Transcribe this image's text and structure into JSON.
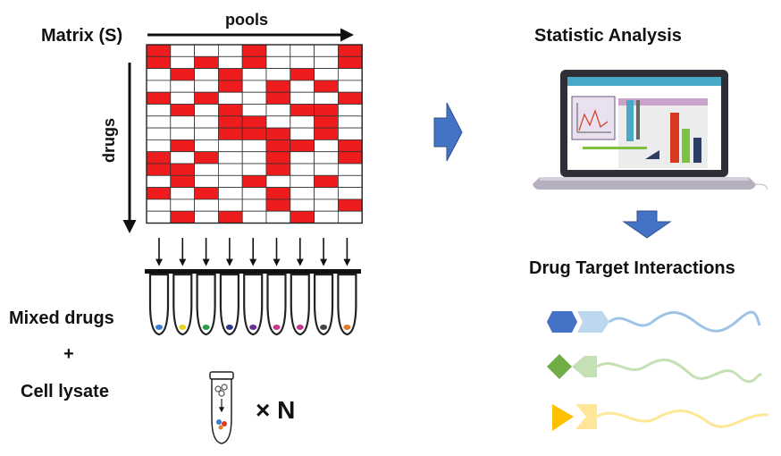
{
  "labels": {
    "matrix": "Matrix (S)",
    "pools": "pools",
    "drugs": "drugs",
    "mixed_drugs": "Mixed drugs",
    "plus": "+",
    "cell_lysate": "Cell lysate",
    "times_n": "× N",
    "statistic_analysis": "Statistic Analysis",
    "drug_target_interactions": "Drug Target Interactions"
  },
  "matrix": {
    "rows": 15,
    "cols": 9,
    "filled": [
      [
        0,
        4,
        8
      ],
      [
        0,
        2,
        4,
        8
      ],
      [
        1,
        3,
        6
      ],
      [
        3,
        5,
        7
      ],
      [
        0,
        2,
        5,
        8
      ],
      [
        1,
        3,
        6,
        7
      ],
      [
        3,
        4,
        7
      ],
      [
        3,
        4,
        5,
        7
      ],
      [
        1,
        5,
        6,
        8
      ],
      [
        0,
        2,
        5,
        8
      ],
      [
        0,
        1,
        5
      ],
      [
        1,
        4,
        7
      ],
      [
        0,
        2,
        5
      ],
      [
        5,
        8
      ],
      [
        1,
        3,
        6
      ]
    ]
  },
  "tube_colors": [
    "#3a7fd5",
    "#e8d21c",
    "#2e9e46",
    "#2c3a8a",
    "#6a2c91",
    "#c43a8f",
    "#c43a8f",
    "#444444",
    "#e07b2a"
  ],
  "colors": {
    "matrix_fill": "#ee1c1c",
    "blue_arrow": "#4472c4",
    "laptop_bar_red": "#d9391f",
    "laptop_bar_green": "#7cc142",
    "laptop_bar_navy": "#2c3e62",
    "interaction_blue": "#4472c4",
    "interaction_green": "#70ad47",
    "interaction_yellow": "#ffc000"
  },
  "icons": [
    "right-arrow-icon",
    "down-arrow-icon",
    "laptop-icon",
    "test-tube-icon",
    "drug-target-interaction-icon"
  ]
}
